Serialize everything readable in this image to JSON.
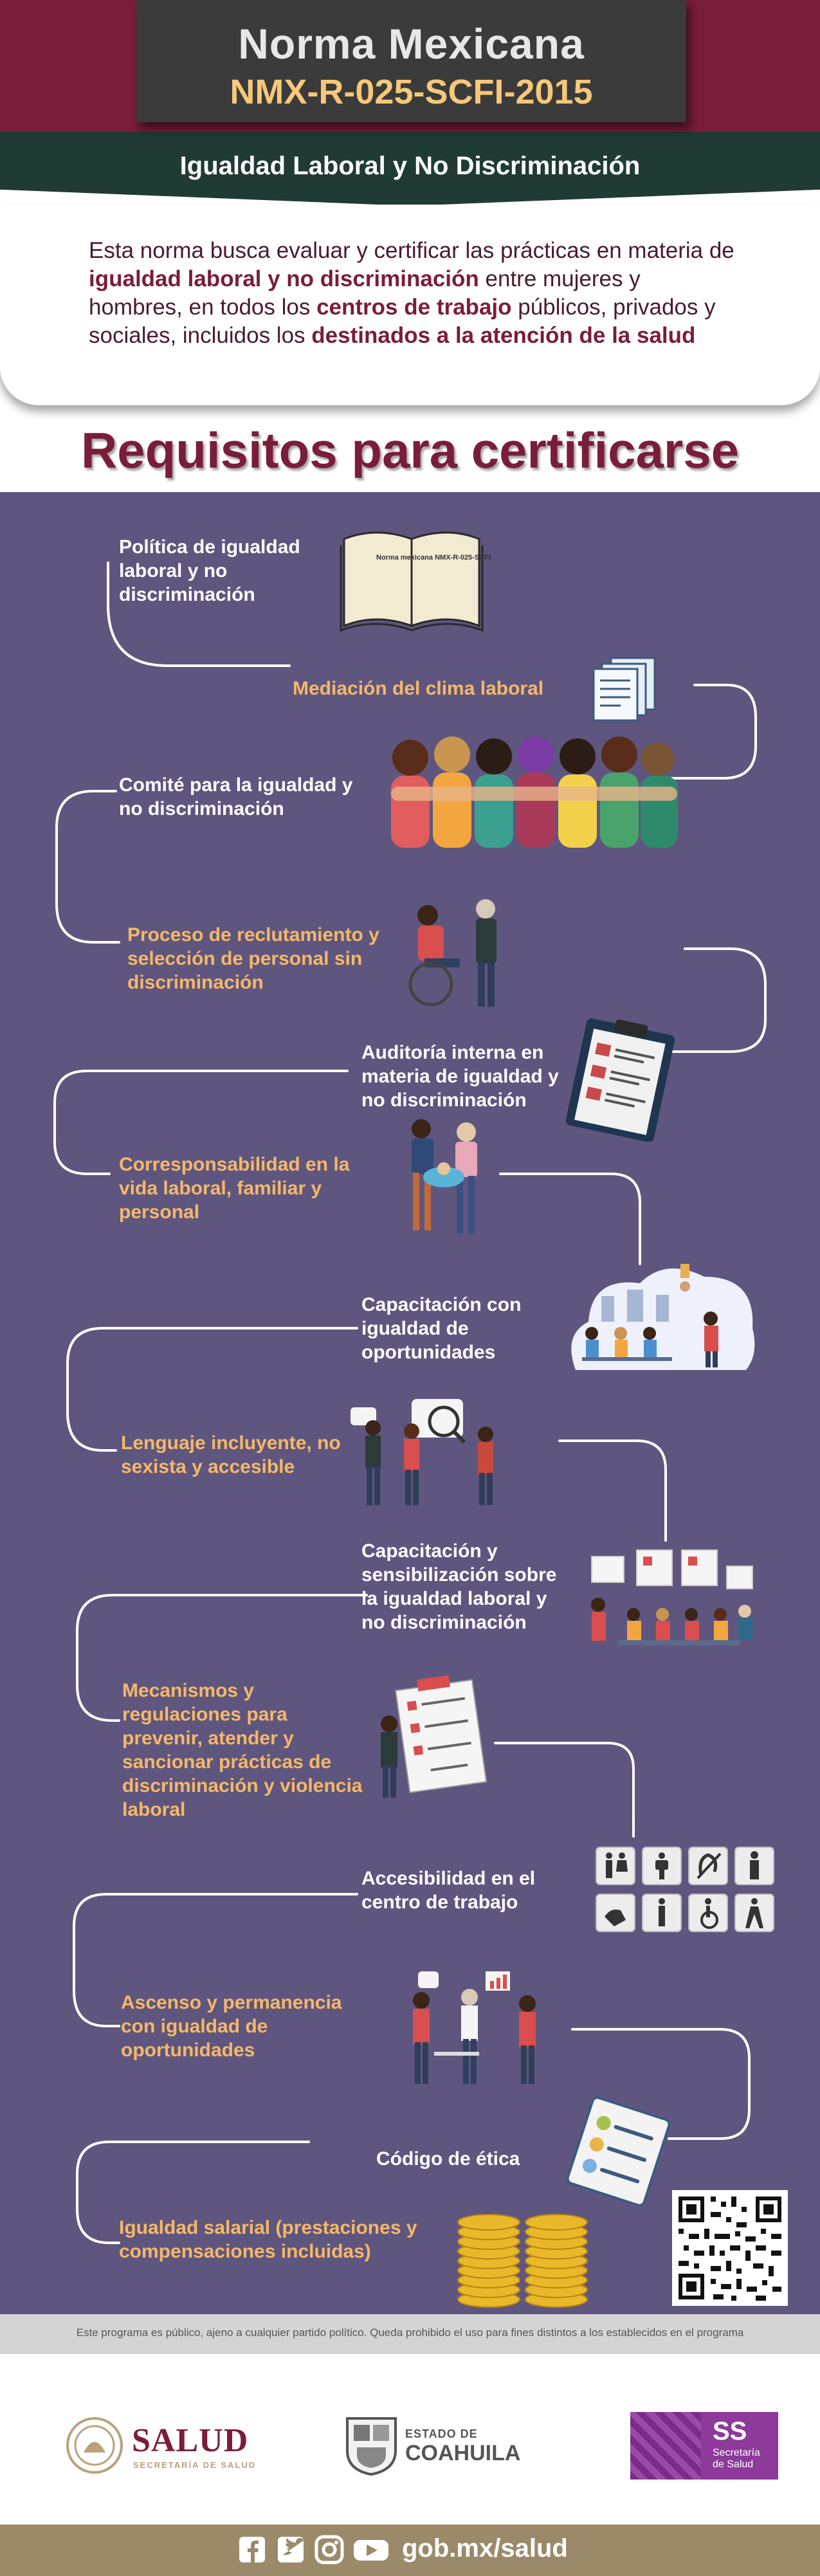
{
  "header": {
    "title": "Norma Mexicana",
    "code": "NMX-R-025-SCFI-2015",
    "subtitle": "Igualdad Laboral y No Discriminación"
  },
  "intro": {
    "t1": "Esta norma busca evaluar y certificar las prácticas en materia de ",
    "b1": "igualdad laboral y no discriminación",
    "t2": " entre mujeres y hombres, en todos los ",
    "b2": "centros de trabajo",
    "t3": " públicos, privados y sociales, incluidos los ",
    "b3": "destinados a la atención de la salud"
  },
  "section_title": "Requisitos para certificarse",
  "requirements": [
    "Política de igualdad laboral y no discriminación",
    "Mediación del clima laboral",
    "Comité para la igualdad y no discriminación",
    "Proceso de reclutamiento y selección de personal sin discriminación",
    "Auditoría interna en materia de igualdad y no discriminación",
    "Corresponsabilidad en la vida laboral, familiar y personal",
    "Capacitación con igualdad de oportunidades",
    "Lenguaje incluyente, no sexista y accesible",
    "Capacitación y sensibilización sobre la igualdad laboral y no discriminación",
    "Mecanismos y regulaciones para prevenir, atender y sancionar prácticas de discriminación y violencia laboral",
    "Accesibilidad en el centro de trabajo",
    "Ascenso y permanencia con igualdad de oportunidades",
    "Código de ética",
    "Igualdad salarial (prestaciones y compensaciones incluidas)"
  ],
  "book_text": "Norma mexicana NMX-R-025-SCFI-2015",
  "disclaimer": "Este programa es público, ajeno a cualquier partido político. Queda prohibido el uso para fines distintos a los establecidos en el programa",
  "logos": {
    "salud": "SALUD",
    "salud_sub": "SECRETARÍA DE SALUD",
    "coahuila_top": "ESTADO DE",
    "coahuila": "COAHUILA",
    "ss": "SS",
    "ss_sub1": "Secretaría",
    "ss_sub2": "de Salud"
  },
  "footer": {
    "site": "gob.mx/salud",
    "icons": [
      "facebook-icon",
      "twitter-icon",
      "instagram-icon",
      "youtube-icon"
    ]
  },
  "colors": {
    "burgundy": "#7a1d3a",
    "dark_green": "#1f3b34",
    "purple_panel": "#5f567f",
    "orange_label": "#f5b867",
    "footer_tan": "#9b8a6a"
  }
}
